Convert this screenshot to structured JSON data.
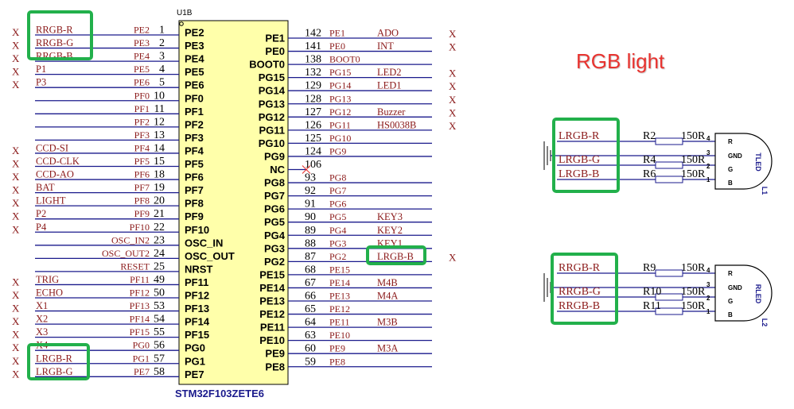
{
  "colors": {
    "net": "#1a1a8c",
    "label": "#8b1a1a",
    "body": "#ffffaa",
    "green": "#22b04b",
    "red": "#e8332f",
    "ink": "#000000"
  },
  "title": "RGB light",
  "chip": {
    "ref": "U1B",
    "part": "STM32F103ZETE6"
  },
  "left_pins": [
    {
      "num": "1",
      "name": "PE2",
      "port": "PE2",
      "net": "RRGB-R",
      "x": true
    },
    {
      "num": "2",
      "name": "PE3",
      "port": "PE3",
      "net": "RRGB-G",
      "x": true
    },
    {
      "num": "3",
      "name": "PE4",
      "port": "PE4",
      "net": "RRGB-B",
      "x": true
    },
    {
      "num": "4",
      "name": "PE5",
      "port": "PE5",
      "net": "P1",
      "x": true
    },
    {
      "num": "5",
      "name": "PE6",
      "port": "PE6",
      "net": "P3",
      "x": true
    },
    {
      "num": "10",
      "name": "PF0",
      "port": "PF0",
      "net": "",
      "x": false
    },
    {
      "num": "11",
      "name": "PF1",
      "port": "PF1",
      "net": "",
      "x": false
    },
    {
      "num": "12",
      "name": "PF2",
      "port": "PF2",
      "net": "",
      "x": false
    },
    {
      "num": "13",
      "name": "PF3",
      "port": "PF3",
      "net": "",
      "x": false
    },
    {
      "num": "14",
      "name": "PF4",
      "port": "PF4",
      "net": "CCD-SI",
      "x": true
    },
    {
      "num": "15",
      "name": "PF5",
      "port": "PF5",
      "net": "CCD-CLK",
      "x": true
    },
    {
      "num": "18",
      "name": "PF6",
      "port": "PF6",
      "net": "CCD-AO",
      "x": true
    },
    {
      "num": "19",
      "name": "PF7",
      "port": "PF7",
      "net": "BAT",
      "x": true
    },
    {
      "num": "20",
      "name": "PF8",
      "port": "PF8",
      "net": "LIGHT",
      "x": true
    },
    {
      "num": "21",
      "name": "PF9",
      "port": "PF9",
      "net": "P2",
      "x": true
    },
    {
      "num": "22",
      "name": "PF10",
      "port": "PF10",
      "net": "P4",
      "x": true
    },
    {
      "num": "23",
      "name": "OSC_IN",
      "port": "OSC_IN2",
      "net": "",
      "x": false
    },
    {
      "num": "24",
      "name": "OSC_OUT",
      "port": "OSC_OUT2",
      "net": "",
      "x": false
    },
    {
      "num": "25",
      "name": "NRST",
      "port": "RESET",
      "net": "",
      "x": false
    },
    {
      "num": "49",
      "name": "PF11",
      "port": "PF11",
      "net": "TRIG",
      "x": true
    },
    {
      "num": "50",
      "name": "PF12",
      "port": "PF12",
      "net": "ECHO",
      "x": true
    },
    {
      "num": "53",
      "name": "PF13",
      "port": "PF13",
      "net": "X1",
      "x": true
    },
    {
      "num": "54",
      "name": "PF14",
      "port": "PF14",
      "net": "X2",
      "x": true
    },
    {
      "num": "55",
      "name": "PF15",
      "port": "PF15",
      "net": "X3",
      "x": true
    },
    {
      "num": "56",
      "name": "PG0",
      "port": "PG0",
      "net": "X4",
      "x": true
    },
    {
      "num": "57",
      "name": "PG1",
      "port": "PG1",
      "net": "LRGB-R",
      "x": true
    },
    {
      "num": "58",
      "name": "PE7",
      "port": "PE7",
      "net": "LRGB-G",
      "x": true
    }
  ],
  "right_pins": [
    {
      "num": "142",
      "name": "PE1",
      "port": "PE1",
      "net": "ADO",
      "x": true
    },
    {
      "num": "141",
      "name": "PE0",
      "port": "PE0",
      "net": "INT",
      "x": true
    },
    {
      "num": "138",
      "name": "BOOT0",
      "port": "BOOT0",
      "net": "",
      "x": false
    },
    {
      "num": "132",
      "name": "PG15",
      "port": "PG15",
      "net": "LED2",
      "x": true
    },
    {
      "num": "129",
      "name": "PG14",
      "port": "PG14",
      "net": "LED1",
      "x": true
    },
    {
      "num": "128",
      "name": "PG13",
      "port": "PG13",
      "net": "",
      "x": true
    },
    {
      "num": "127",
      "name": "PG12",
      "port": "PG12",
      "net": "Buzzer",
      "x": true
    },
    {
      "num": "126",
      "name": "PG11",
      "port": "PG11",
      "net": "HS0038B",
      "x": true
    },
    {
      "num": "125",
      "name": "PG10",
      "port": "PG10",
      "net": "",
      "x": false
    },
    {
      "num": "124",
      "name": "PG9",
      "port": "PG9",
      "net": "",
      "x": false
    },
    {
      "num": "106",
      "name": "NC",
      "port": "",
      "net": "",
      "x": false
    },
    {
      "num": "93",
      "name": "PG8",
      "port": "PG8",
      "net": "",
      "x": false
    },
    {
      "num": "92",
      "name": "PG7",
      "port": "PG7",
      "net": "",
      "x": false
    },
    {
      "num": "91",
      "name": "PG6",
      "port": "PG6",
      "net": "",
      "x": false
    },
    {
      "num": "90",
      "name": "PG5",
      "port": "PG5",
      "net": "KEY3",
      "x": false
    },
    {
      "num": "89",
      "name": "PG4",
      "port": "PG4",
      "net": "KEY2",
      "x": false
    },
    {
      "num": "88",
      "name": "PG3",
      "port": "PG3",
      "net": "KEY1",
      "x": false
    },
    {
      "num": "87",
      "name": "PG2",
      "port": "PG2",
      "net": "LRGB-B",
      "x": true
    },
    {
      "num": "68",
      "name": "PE15",
      "port": "PE15",
      "net": "",
      "x": false
    },
    {
      "num": "67",
      "name": "PE14",
      "port": "PE14",
      "net": "M4B",
      "x": false
    },
    {
      "num": "66",
      "name": "PE13",
      "port": "PE13",
      "net": "M4A",
      "x": false
    },
    {
      "num": "65",
      "name": "PE12",
      "port": "PE12",
      "net": "",
      "x": false
    },
    {
      "num": "64",
      "name": "PE11",
      "port": "PE11",
      "net": "M3B",
      "x": false
    },
    {
      "num": "63",
      "name": "PE10",
      "port": "PE10",
      "net": "",
      "x": false
    },
    {
      "num": "60",
      "name": "PE9",
      "port": "PE9",
      "net": "M3A",
      "x": false
    },
    {
      "num": "59",
      "name": "PE8",
      "port": "PE8",
      "net": "",
      "x": false
    }
  ],
  "leds": [
    {
      "ref": "L1",
      "name": "TLED",
      "nets": [
        "LRGB-R",
        "LRGB-G",
        "LRGB-B"
      ],
      "resistors": [
        {
          "ref": "R2",
          "val": "150R"
        },
        {
          "ref": "R4",
          "val": "150R"
        },
        {
          "ref": "R6",
          "val": "150R"
        }
      ],
      "pins": [
        {
          "n": "4",
          "lbl": "R"
        },
        {
          "n": "3",
          "lbl": "GND"
        },
        {
          "n": "2",
          "lbl": "G"
        },
        {
          "n": "1",
          "lbl": "B"
        }
      ]
    },
    {
      "ref": "L2",
      "name": "RLED",
      "nets": [
        "RRGB-R",
        "RRGB-G",
        "RRGB-B"
      ],
      "resistors": [
        {
          "ref": "R9",
          "val": "150R"
        },
        {
          "ref": "R10",
          "val": "150R"
        },
        {
          "ref": "R11",
          "val": "150R"
        }
      ],
      "pins": [
        {
          "n": "4",
          "lbl": "R"
        },
        {
          "n": "3",
          "lbl": "GND"
        },
        {
          "n": "2",
          "lbl": "G"
        },
        {
          "n": "1",
          "lbl": "B"
        }
      ]
    }
  ],
  "x_mark": "X"
}
